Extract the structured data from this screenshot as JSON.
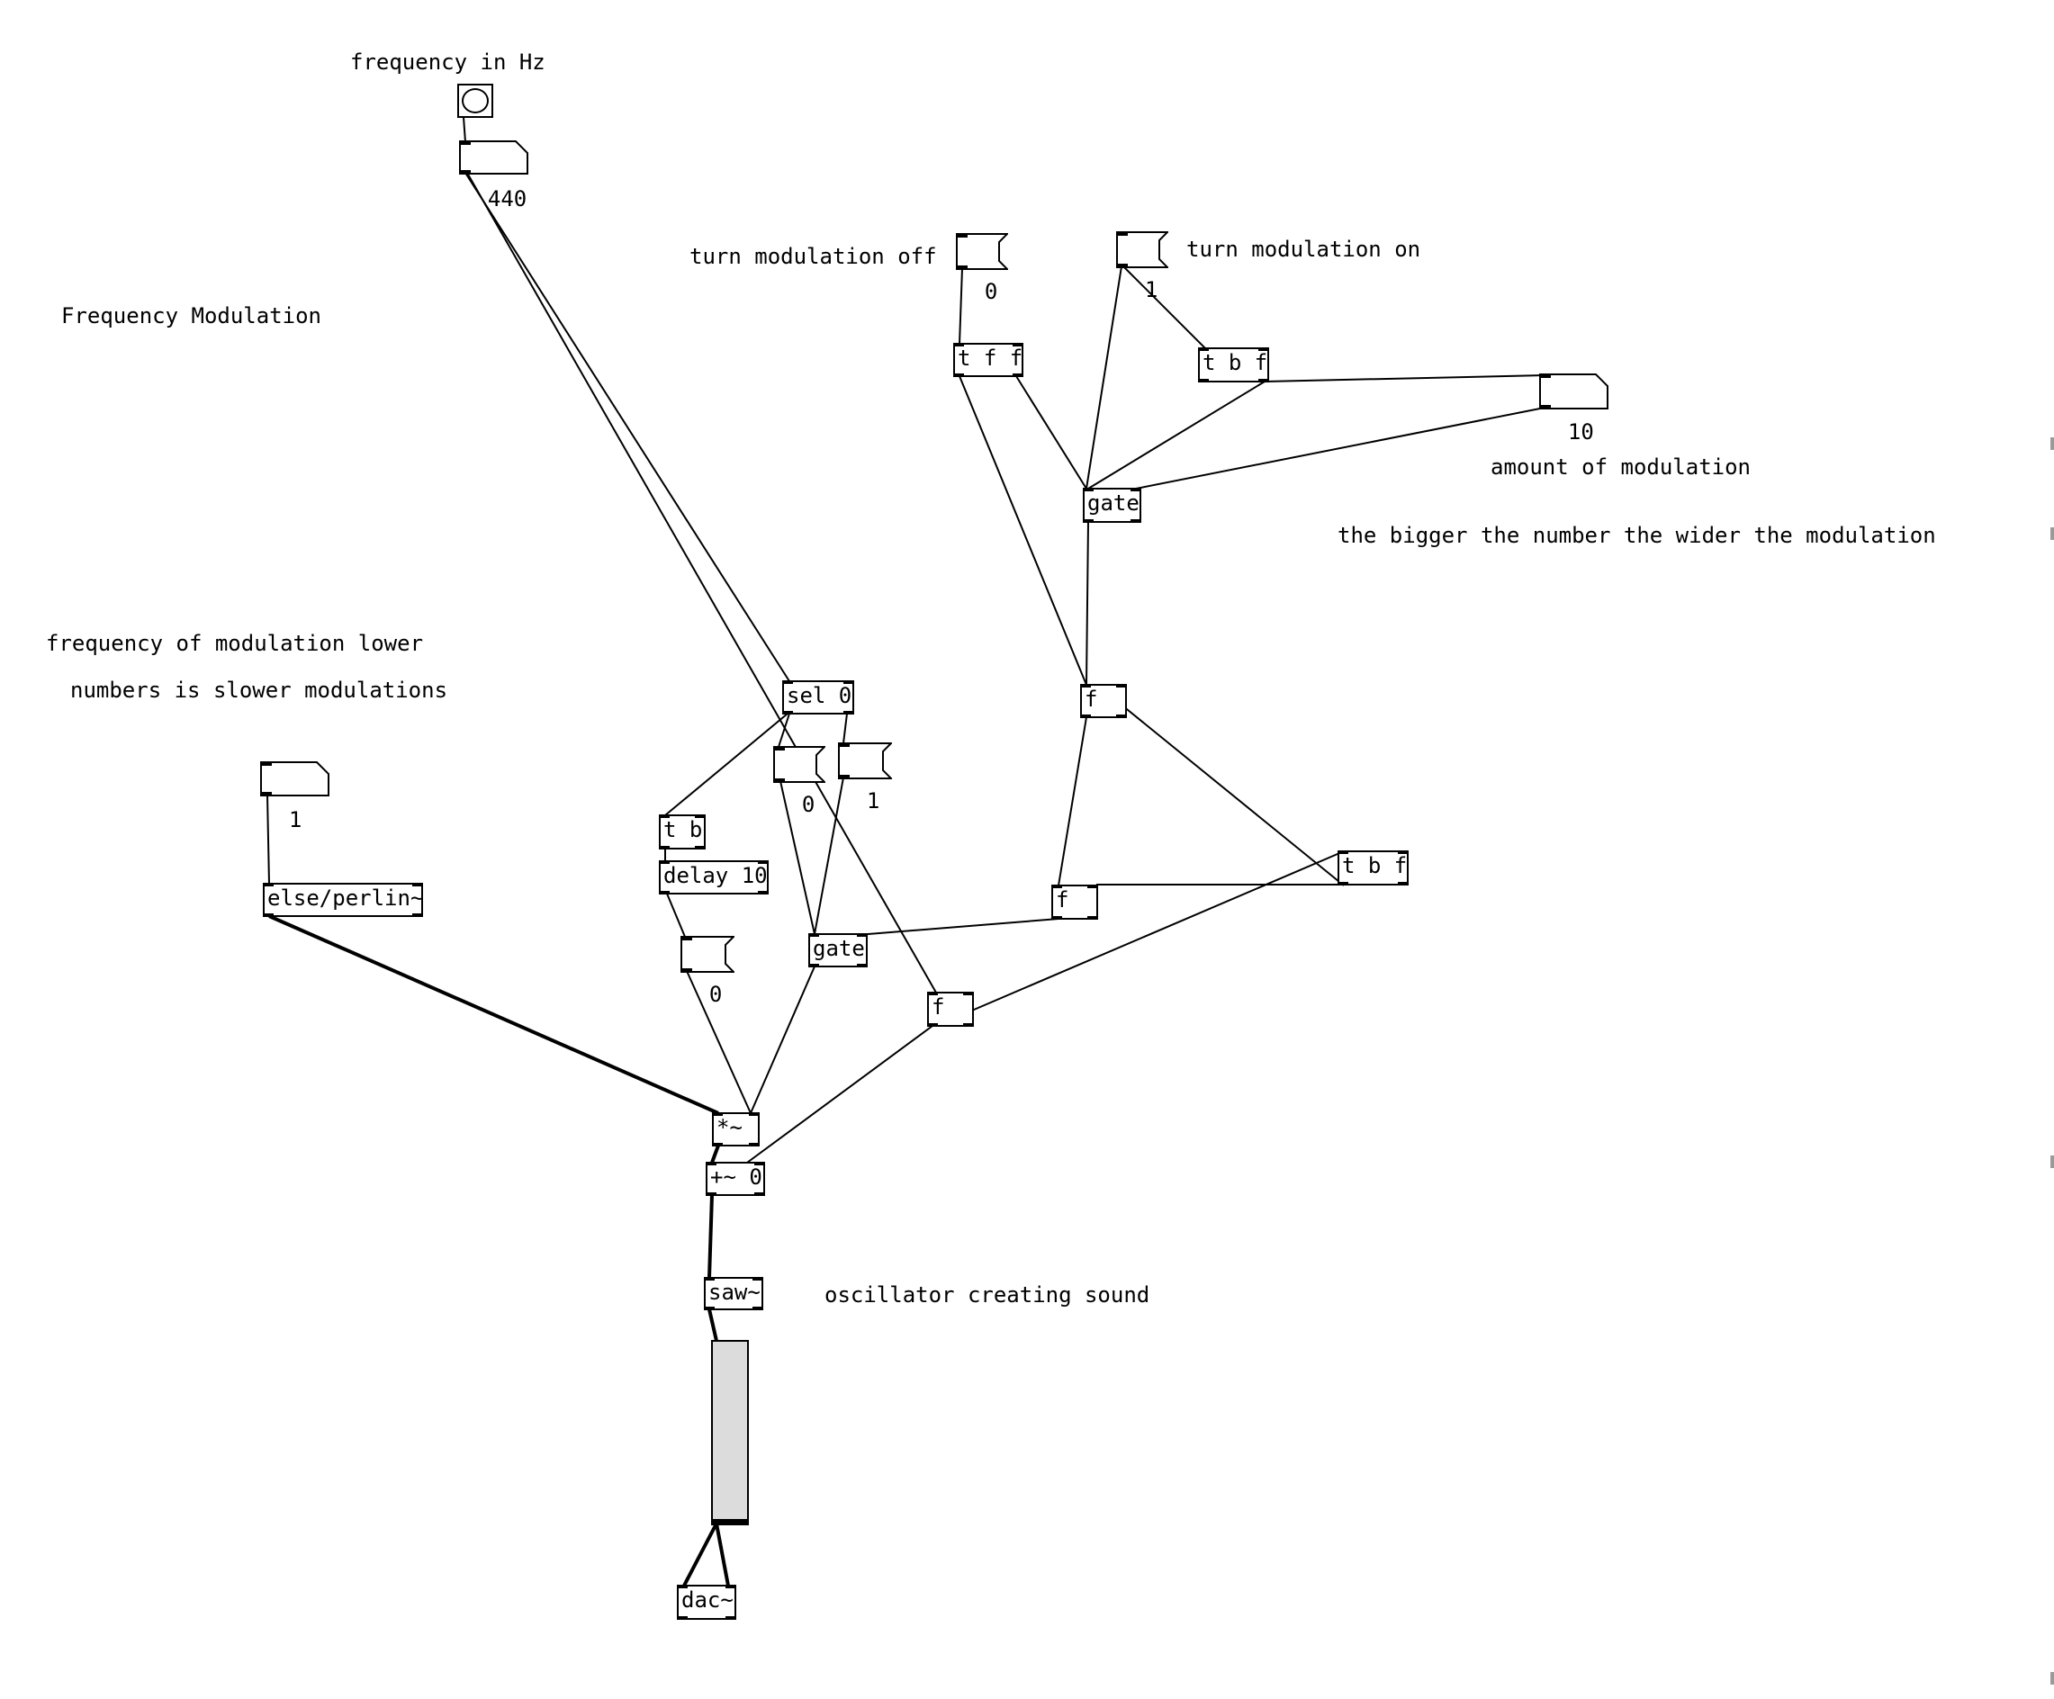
{
  "patch": {
    "comments": {
      "frequency_in_hz": "frequency in Hz",
      "frequency_modulation": "Frequency Modulation",
      "turn_modulation_off": "turn modulation off",
      "turn_modulation_on": "turn modulation on",
      "amount_of_modulation": "amount of modulation",
      "bigger_number_wider": "the bigger the number the wider the modulation",
      "frequency_of_modulation_lower": "frequency of modulation lower",
      "numbers_slower": "numbers is slower modulations",
      "oscillator_creating_sound": "oscillator creating sound"
    },
    "objects": {
      "t_f_f": "t f f",
      "t_b_f_top": "t b f",
      "gate_top": "gate",
      "sel_0": "sel 0",
      "f_mid": "f",
      "t_b": "t b",
      "delay_10": "delay 10",
      "else_perlin": "else/perlin~",
      "gate_bottom": "gate",
      "f_lower": "f",
      "t_b_f_right": "t b f",
      "f_bottom": "f",
      "mul_tilde": "*~",
      "add_tilde": "+~ 0",
      "saw_tilde": "saw~",
      "dac_tilde": "dac~"
    },
    "messages": {
      "msg_off_0": "0",
      "msg_on_1": "1",
      "msg_sel_0": "0",
      "msg_sel_1": "1",
      "msg_delay_0": "0"
    },
    "number_boxes": {
      "frequency": "440",
      "amount": "10",
      "perlin_rate": "1"
    },
    "slider_level": 0.0
  }
}
